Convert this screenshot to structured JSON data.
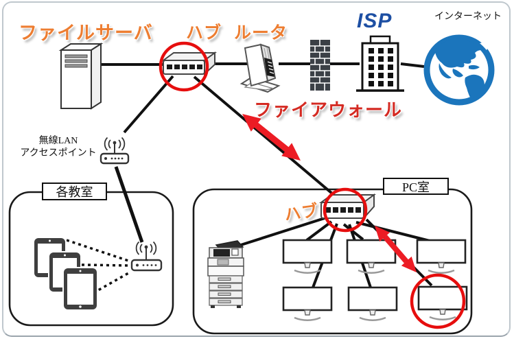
{
  "diagram": {
    "labels": {
      "file_server": "ファイルサーバ",
      "hub_top": "ハブ",
      "router": "ルータ",
      "firewall": "ファイアウォール",
      "isp": "ISP",
      "internet": "インターネット",
      "wlan_ap": "無線LAN アクセスポイント",
      "classroom_zone": "各教室",
      "pc_room_zone": "PC室",
      "hub_pc": "ハブ"
    },
    "colors": {
      "accent_orange": "#ED7D31",
      "wordart_red": "#D42A22",
      "highlight_red": "#E60E0E",
      "arrow_red": "#EC1C24",
      "isp_blue": "#1D4FA3",
      "globe_blue": "#1B75BC",
      "line_black": "#111111"
    },
    "nodes": [
      "file-server",
      "hub-top",
      "router",
      "firewall",
      "isp-building",
      "internet-globe",
      "wireless-lan-access-point",
      "classroom-wireless-router",
      "tablet-1",
      "tablet-2",
      "tablet-3",
      "pc-hub",
      "copier",
      "monitor-1",
      "monitor-2",
      "monitor-3",
      "monitor-4",
      "monitor-5",
      "monitor-6"
    ],
    "highlights": [
      {
        "type": "red-circle",
        "target": "hub-top"
      },
      {
        "type": "red-circle",
        "target": "pc-hub"
      },
      {
        "type": "red-circle",
        "target": "monitor-6"
      },
      {
        "type": "red-double-arrow",
        "between": [
          "hub-top",
          "pc-hub"
        ]
      },
      {
        "type": "red-double-arrow",
        "between": [
          "pc-hub",
          "monitor-6"
        ]
      }
    ]
  }
}
